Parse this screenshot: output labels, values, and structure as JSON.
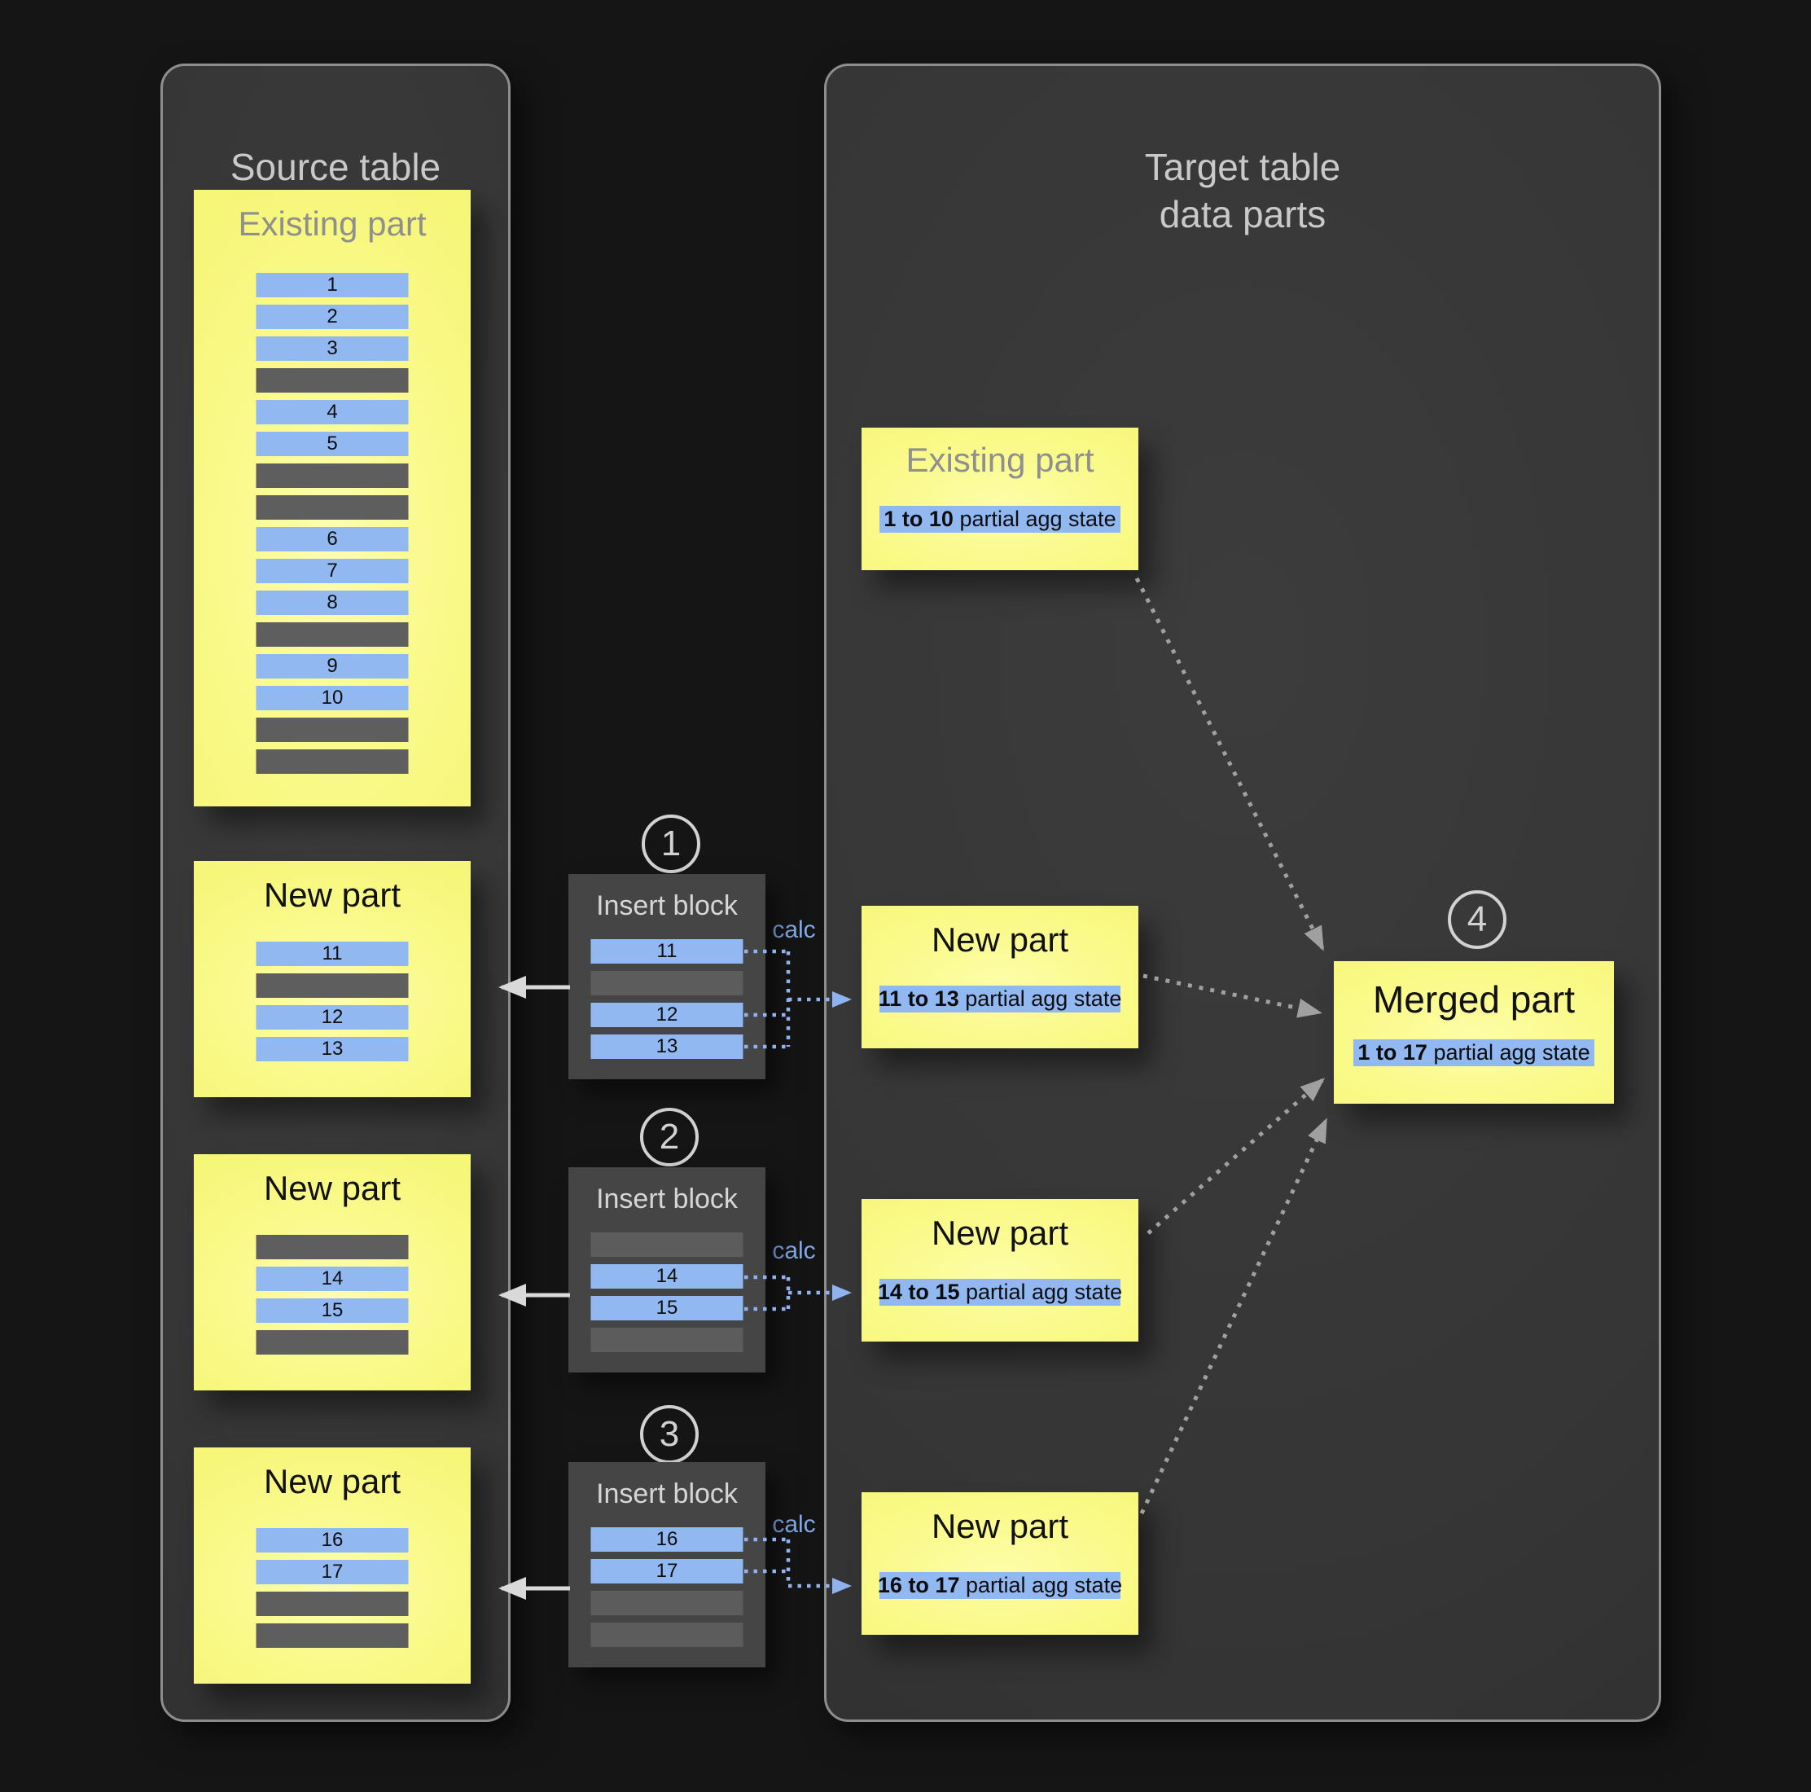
{
  "source_panel": {
    "title": "Source table\ndata parts"
  },
  "target_panel": {
    "title": "Target table\ndata parts"
  },
  "source_parts": [
    {
      "title": "Existing part",
      "rows": [
        "1",
        "2",
        "3",
        "",
        "4",
        "5",
        "",
        "",
        "6",
        "7",
        "8",
        "",
        "9",
        "10",
        "",
        ""
      ]
    },
    {
      "title": "New part",
      "rows": [
        "11",
        "",
        "12",
        "13"
      ]
    },
    {
      "title": "New part",
      "rows": [
        "",
        "14",
        "15",
        ""
      ]
    },
    {
      "title": "New part",
      "rows": [
        "16",
        "17",
        "",
        ""
      ]
    }
  ],
  "insert_blocks": [
    {
      "step": "1",
      "title": "Insert block",
      "calc": "calc",
      "rows": [
        "11",
        "",
        "12",
        "13"
      ]
    },
    {
      "step": "2",
      "title": "Insert block",
      "calc": "calc",
      "rows": [
        "",
        "14",
        "15",
        ""
      ]
    },
    {
      "step": "3",
      "title": "Insert block",
      "calc": "calc",
      "rows": [
        "16",
        "17",
        "",
        ""
      ]
    }
  ],
  "target_parts": [
    {
      "title": "Existing part",
      "agg_range": "1 to 10",
      "agg_text": " partial agg state"
    },
    {
      "title": "New part",
      "agg_range": "11 to 13",
      "agg_text": " partial agg state"
    },
    {
      "title": "New part",
      "agg_range": "14 to 15",
      "agg_text": " partial agg state"
    },
    {
      "title": "New part",
      "agg_range": "16 to 17",
      "agg_text": " partial agg state"
    }
  ],
  "merged": {
    "step": "4",
    "title": "Merged part",
    "agg_range": "1 to 17",
    "agg_text": " partial agg state"
  },
  "colors": {
    "background": "#151515",
    "panel_fill": "#383838",
    "panel_border": "#8e8e8e",
    "part_yellow": "#f8f87e",
    "row_blue": "#92b8f2",
    "row_gray": "#5e5e5e",
    "calc_blue": "#82aae8",
    "dotted_gray": "#a0a0a0",
    "arrow_light": "#d9d9d9"
  }
}
